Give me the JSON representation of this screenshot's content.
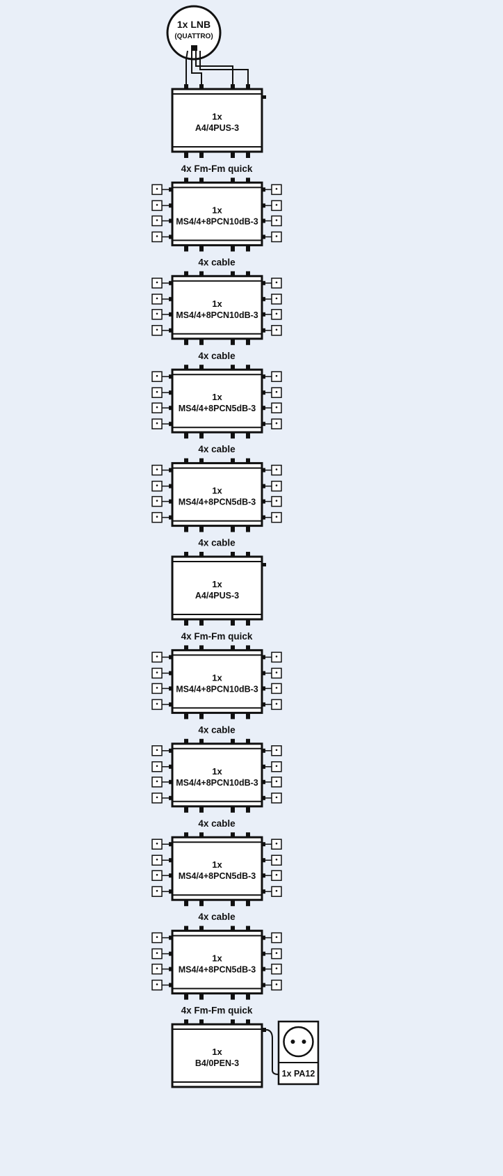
{
  "lnb": {
    "line1": "1x LNB",
    "line2": "(QUATTRO)"
  },
  "stages": [
    {
      "type": "amp",
      "qty": "1x",
      "model": "A4/4PUS-3",
      "link_after": "4x Fm-Fm quick"
    },
    {
      "type": "ms",
      "qty": "1x",
      "model": "MS4/4+8PCN10dB-3",
      "link_after": "4x cable"
    },
    {
      "type": "ms",
      "qty": "1x",
      "model": "MS4/4+8PCN10dB-3",
      "link_after": "4x cable"
    },
    {
      "type": "ms",
      "qty": "1x",
      "model": "MS4/4+8PCN5dB-3",
      "link_after": "4x cable"
    },
    {
      "type": "ms",
      "qty": "1x",
      "model": "MS4/4+8PCN5dB-3",
      "link_after": "4x cable"
    },
    {
      "type": "amp",
      "qty": "1x",
      "model": "A4/4PUS-3",
      "link_after": "4x Fm-Fm quick"
    },
    {
      "type": "ms",
      "qty": "1x",
      "model": "MS4/4+8PCN10dB-3",
      "link_after": "4x cable"
    },
    {
      "type": "ms",
      "qty": "1x",
      "model": "MS4/4+8PCN10dB-3",
      "link_after": "4x cable"
    },
    {
      "type": "ms",
      "qty": "1x",
      "model": "MS4/4+8PCN5dB-3",
      "link_after": "4x cable"
    },
    {
      "type": "ms",
      "qty": "1x",
      "model": "MS4/4+8PCN5dB-3",
      "link_after": "4x Fm-Fm quick"
    },
    {
      "type": "term",
      "qty": "1x",
      "model": "B4/0PEN-3",
      "link_after": null
    }
  ],
  "psu": {
    "label": "1x PA12"
  }
}
